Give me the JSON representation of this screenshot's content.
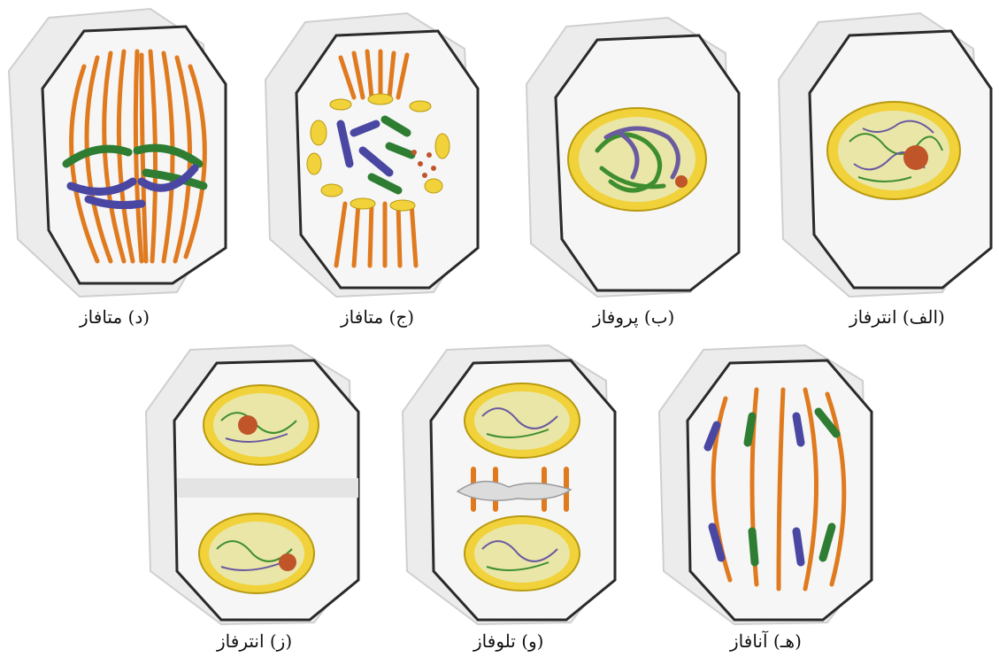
{
  "captions": {
    "a": "(الف) انترفاز",
    "b": "(ب) پروفاز",
    "c": "(ج) متافاز",
    "d": "(د) متافاز",
    "e": "(هـ) آنافاز",
    "f": "(و) تلوفاز",
    "g": "(ز) انترفاز"
  },
  "colors": {
    "cell_face": "#ececec",
    "cell_shade": "#d6d6d6",
    "cell_outline": "#2a2a2a",
    "nucleus_envelope": "#f2d23a",
    "nucleus_fill": "#e9e6a8",
    "chromatin_green": "#3e8e2f",
    "chromatin_purple": "#6a5aa0",
    "nucleolus": "#c0552a",
    "spindle": "#e07a1f",
    "chromosome_green": "#2e7d32",
    "chromosome_blue": "#4a47a3"
  }
}
